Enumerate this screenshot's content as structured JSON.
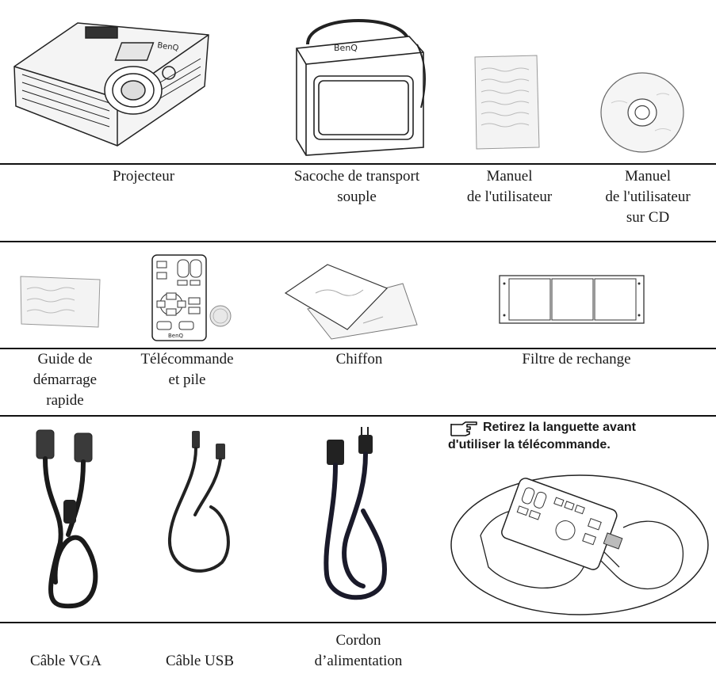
{
  "items": {
    "projector": "Projecteur",
    "bag_line1": "Sacoche de transport",
    "bag_line2": "souple",
    "manual_line1": "Manuel",
    "manual_line2": "de l'utilisateur",
    "cd_line1": "Manuel",
    "cd_line2": "de l'utilisateur",
    "cd_line3": "sur CD",
    "guide_line1": "Guide de",
    "guide_line2": "démarrage",
    "guide_line3": "rapide",
    "remote_line1": "Télécommande",
    "remote_line2": "et pile",
    "cloth": "Chiffon",
    "filter": "Filtre de rechange",
    "vga": "Câble VGA",
    "usb": "Câble USB",
    "power_line1": "Cordon",
    "power_line2": "d’alimentation"
  },
  "brand_text": "BenQ",
  "note": {
    "line1": "Retirez la languette avant",
    "line2": "d'utiliser la télécommande."
  },
  "icons": {
    "note_icon": "pointing-hand-icon"
  }
}
